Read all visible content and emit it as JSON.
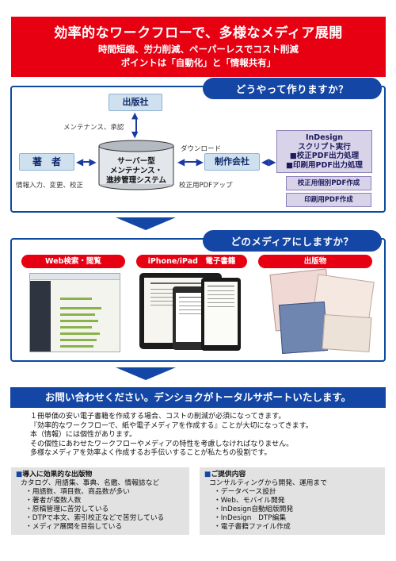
{
  "banner": {
    "title": "効率的なワークフローで、多様なメディア展開",
    "sub1": "時間短縮、労力削減、ペーパーレスでコスト削減",
    "sub2": "ポイントは「自動化」と「情報共有」"
  },
  "workflow": {
    "question": "どうやって作りますか？",
    "publisher": "出版社",
    "maintenance_label": "メンテナンス、承認",
    "author": "著　者",
    "author_label": "情報入力、変更、校正",
    "server_line1": "サーバー型",
    "server_line2": "メンテナンス・",
    "server_line3": "進捗管理システム",
    "download_label": "ダウンロード",
    "production": "制作会社",
    "upload_label": "校正用PDFアップ",
    "indesign_line1": "InDesign",
    "indesign_line2": "スクリプト実行",
    "indesign_line3": "■校正PDF出力処理",
    "indesign_line4": "■印刷用PDF出力処理",
    "proof_pdf": "校正用個別PDF作成",
    "print_pdf": "印刷用PDF作成"
  },
  "media": {
    "question": "どのメディアにしますか？",
    "web": "Web検索・閲覧",
    "ebook": "iPhone/iPad　電子書籍",
    "print": "出版物"
  },
  "contact": {
    "bar": "お問い合わせください。デンショクがトータルサポートいたします。",
    "p1": "１冊単価の安い電子書籍を作成する場合、コストの削減が必須になってきます。",
    "p2": "『効率的なワークフローで、紙や電子メディアを作成する』ことが大切になってきます。",
    "p3": "本（情報）には個性があります。",
    "p4": "その個性にあわせたワークフローやメディアの特性を考慮しなければなりません。",
    "p5": "多様なメディアを効率よく作成するお手伝いすることが私たちの役割です。"
  },
  "examples": {
    "head": "導入に効果的な出版物",
    "sub": "カタログ、用語集、事典、名鑑、情報誌など",
    "items": [
      "・用語数、項目数、商品数が多い",
      "・著者が複数人数",
      "・原稿管理に苦労している",
      "・DTPで本文、索引校正などで苦労している",
      "・メディア展開を目指している"
    ]
  },
  "services": {
    "head": "ご提供内容",
    "sub": "コンサルティングから開発、運用まで",
    "items": [
      "・データベース設計",
      "・Web、モバイル開発",
      "・InDesign自動組版開発",
      "・InDesign　DTP編集",
      "・電子書籍ファイル作成"
    ]
  },
  "colors": {
    "brand_red": "#e60012",
    "brand_blue": "#1346a5"
  }
}
